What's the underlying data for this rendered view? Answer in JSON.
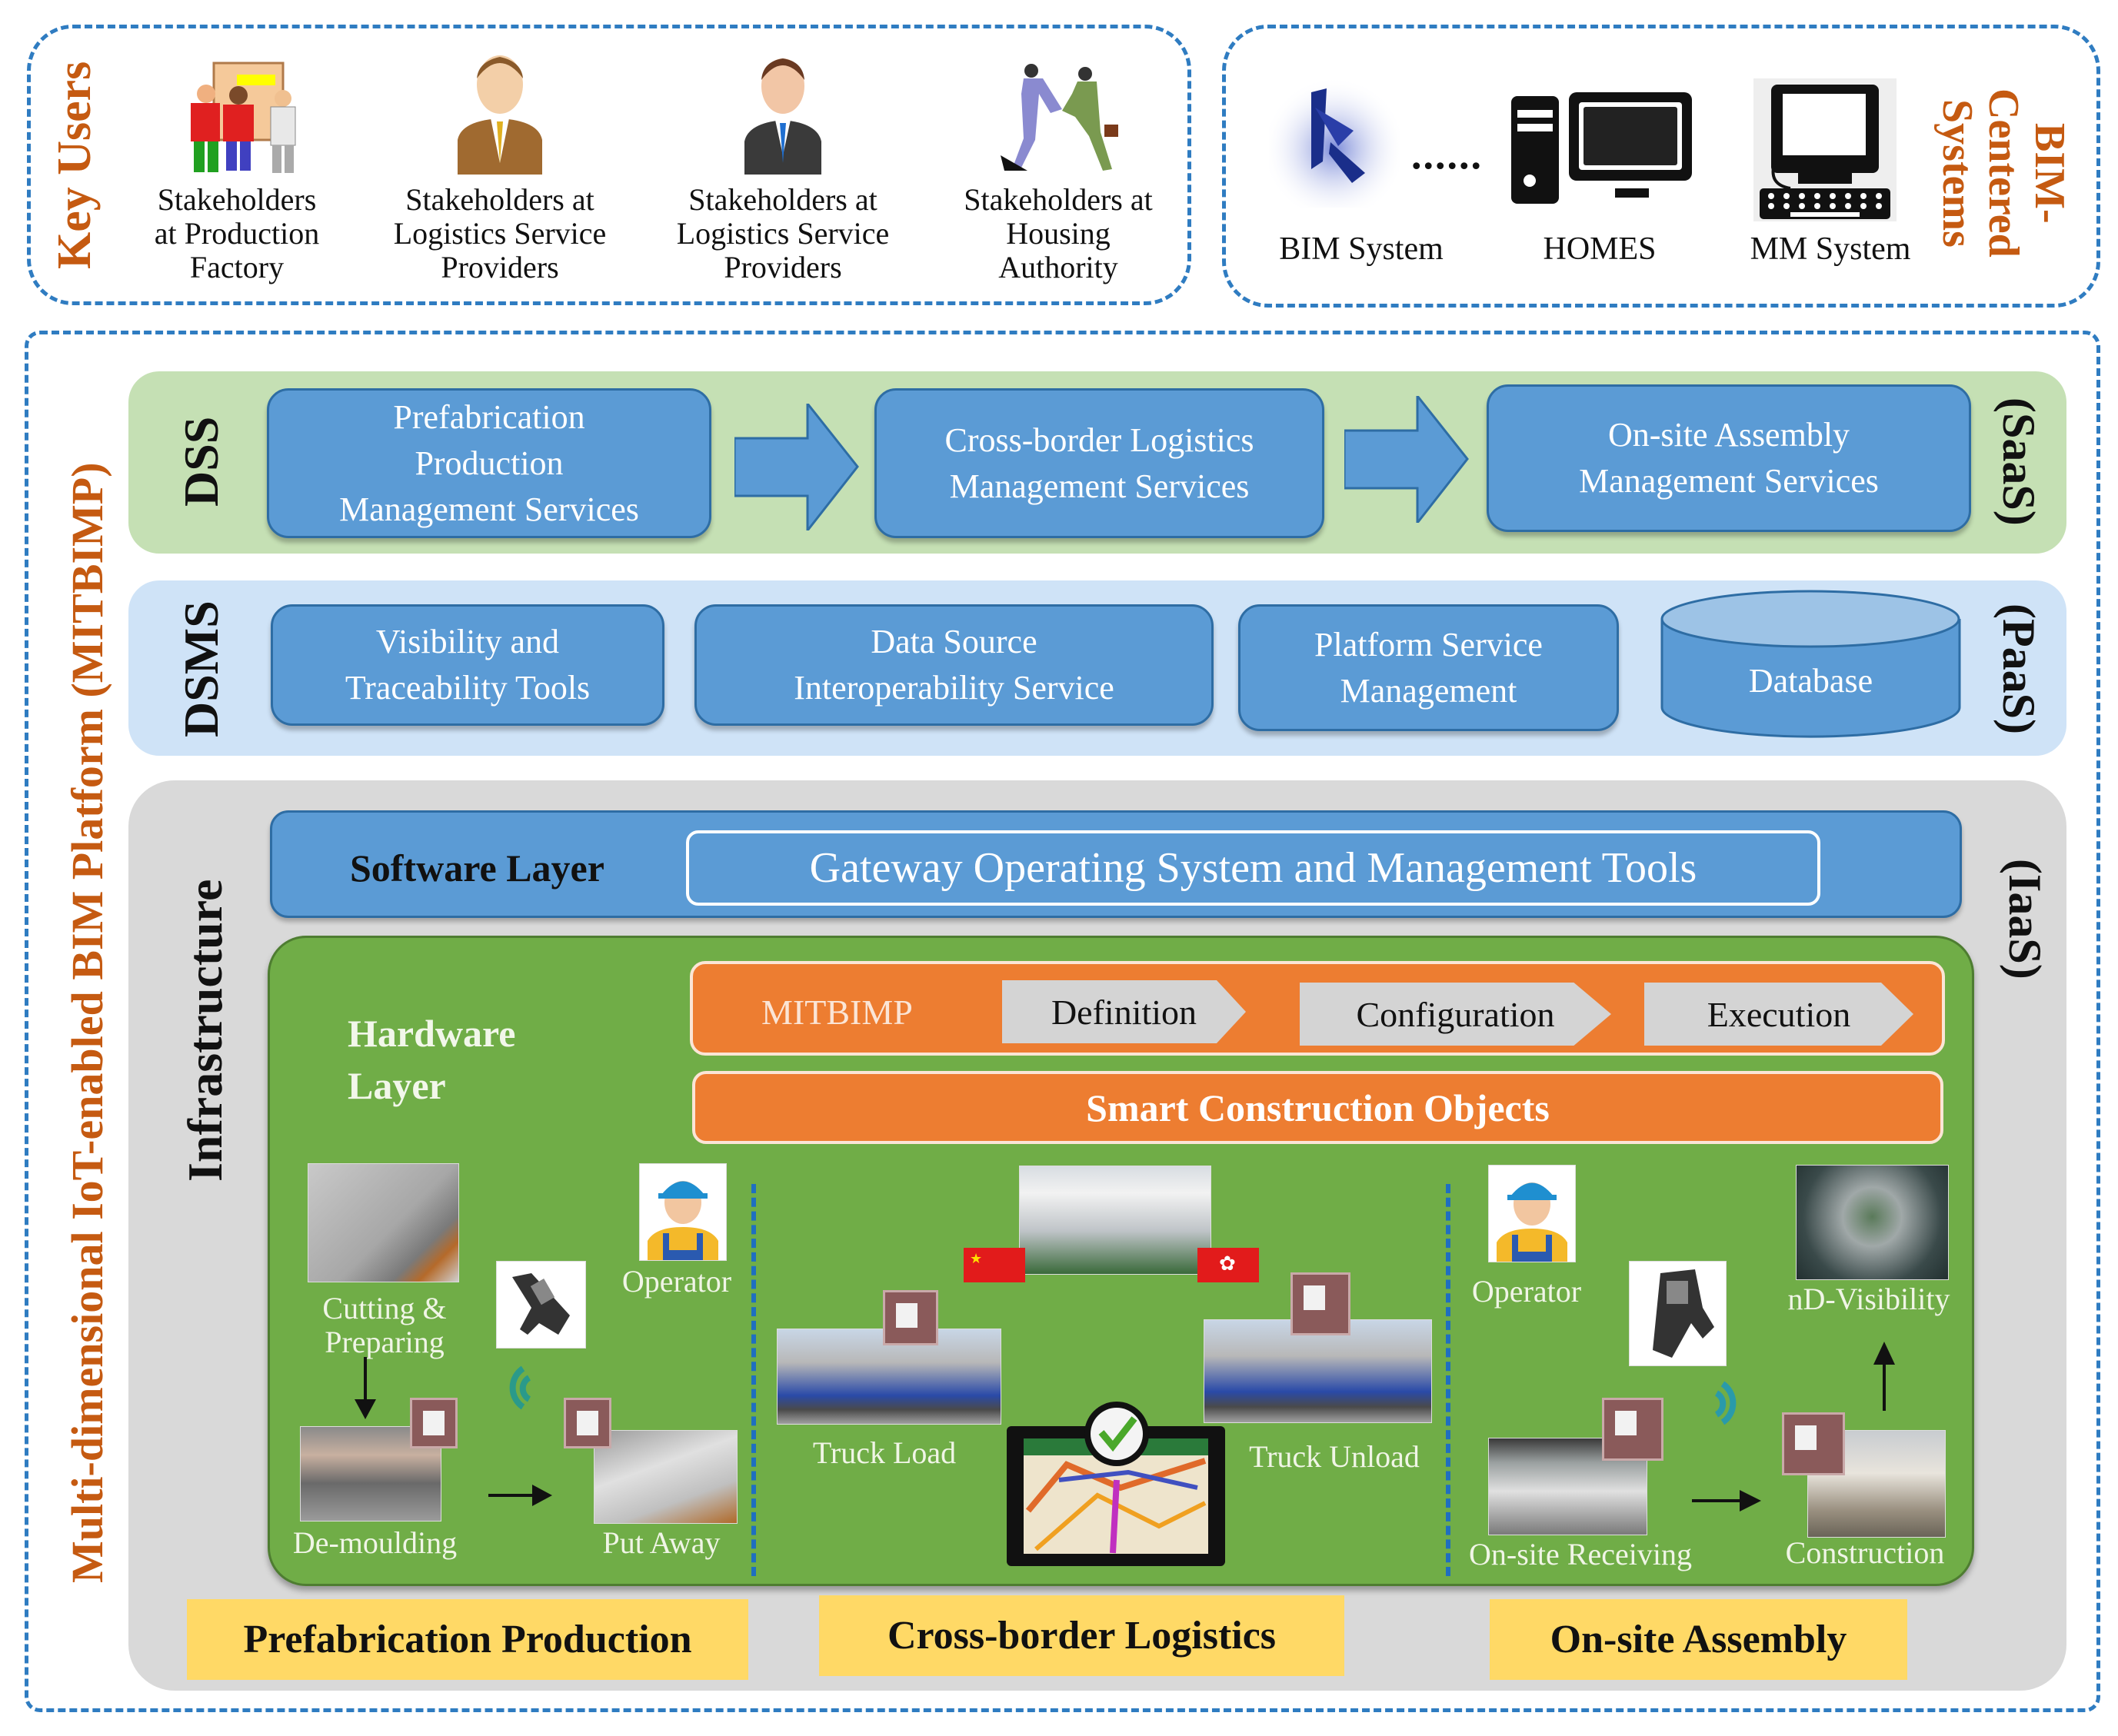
{
  "key_users": {
    "title": "Key Users",
    "items": [
      {
        "label_lines": [
          "Stakeholders",
          "at Production",
          "Factory"
        ],
        "icon": "factory-workers-icon"
      },
      {
        "label_lines": [
          "Stakeholders at",
          "Logistics Service",
          "Providers"
        ],
        "icon": "businessman-brown-suit-icon"
      },
      {
        "label_lines": [
          "Stakeholders at",
          "Logistics Service",
          "Providers"
        ],
        "icon": "businessman-dark-suit-icon"
      },
      {
        "label_lines": [
          "Stakeholders at",
          "Housing",
          "Authority"
        ],
        "icon": "handshake-icon"
      }
    ]
  },
  "bim_systems": {
    "title_lines": [
      "BIM-",
      "Centered",
      "Systems"
    ],
    "ellipsis": "......",
    "items": [
      {
        "label": "BIM System",
        "icon": "revit-logo-icon"
      },
      {
        "label": "HOMES",
        "icon": "desktop-computer-icon"
      },
      {
        "label": "MM System",
        "icon": "retro-computer-icon"
      }
    ]
  },
  "platform": {
    "title": "Multi-dimensional IoT-enabled BIM Platform (MITBIMP)"
  },
  "dss": {
    "title": "DSS",
    "tier": "(SaaS)",
    "services": [
      {
        "lines": [
          "Prefabrication",
          "Production",
          "Management Services"
        ]
      },
      {
        "lines": [
          "Cross-border Logistics",
          "Management Services"
        ]
      },
      {
        "lines": [
          "On-site Assembly",
          "Management Services"
        ]
      }
    ]
  },
  "dsms": {
    "title": "DSMS",
    "tier": "(PaaS)",
    "services": [
      {
        "lines": [
          "Visibility and",
          "Traceability Tools"
        ]
      },
      {
        "lines": [
          "Data Source",
          "Interoperability Service"
        ]
      },
      {
        "lines": [
          "Platform Service",
          "Management"
        ]
      },
      {
        "lines": [
          "Database"
        ]
      }
    ]
  },
  "infrastructure": {
    "title": "Infrastructure",
    "tier": "(IaaS)",
    "software_layer": {
      "label": "Software Layer",
      "content": "Gateway Operating System and Management Tools"
    },
    "hardware_layer": {
      "label_lines": [
        "Hardware",
        "Layer"
      ],
      "mitbimp_label": "MITBIMP",
      "steps": [
        "Definition",
        "Configuration",
        "Execution"
      ],
      "smart_objects": "Smart Construction Objects"
    },
    "prefab": {
      "cutting": [
        "Cutting &",
        "Preparing"
      ],
      "operator": "Operator",
      "demoulding": "De-moulding",
      "put_away": "Put Away"
    },
    "logistics": {
      "truck_load": "Truck Load",
      "truck_unload": "Truck Unload"
    },
    "onsite": {
      "operator": "Operator",
      "nd_visibility": "nD-Visibility",
      "receiving": "On-site Receiving",
      "construction": "Construction"
    },
    "phases": [
      "Prefabrication Production",
      "Cross-border Logistics",
      "On-site Assembly"
    ]
  },
  "colors": {
    "dash_border": "#2f7cc1",
    "orange_label": "#c55a11",
    "dss_band": "#c5e0b4",
    "dsms_band": "#cfe3f7",
    "infra_band": "#d9d9d9",
    "service_blue": "#5b9bd5",
    "hardware_green": "#70ad47",
    "accent_orange": "#ed7d31",
    "phase_yellow": "#ffd966"
  }
}
